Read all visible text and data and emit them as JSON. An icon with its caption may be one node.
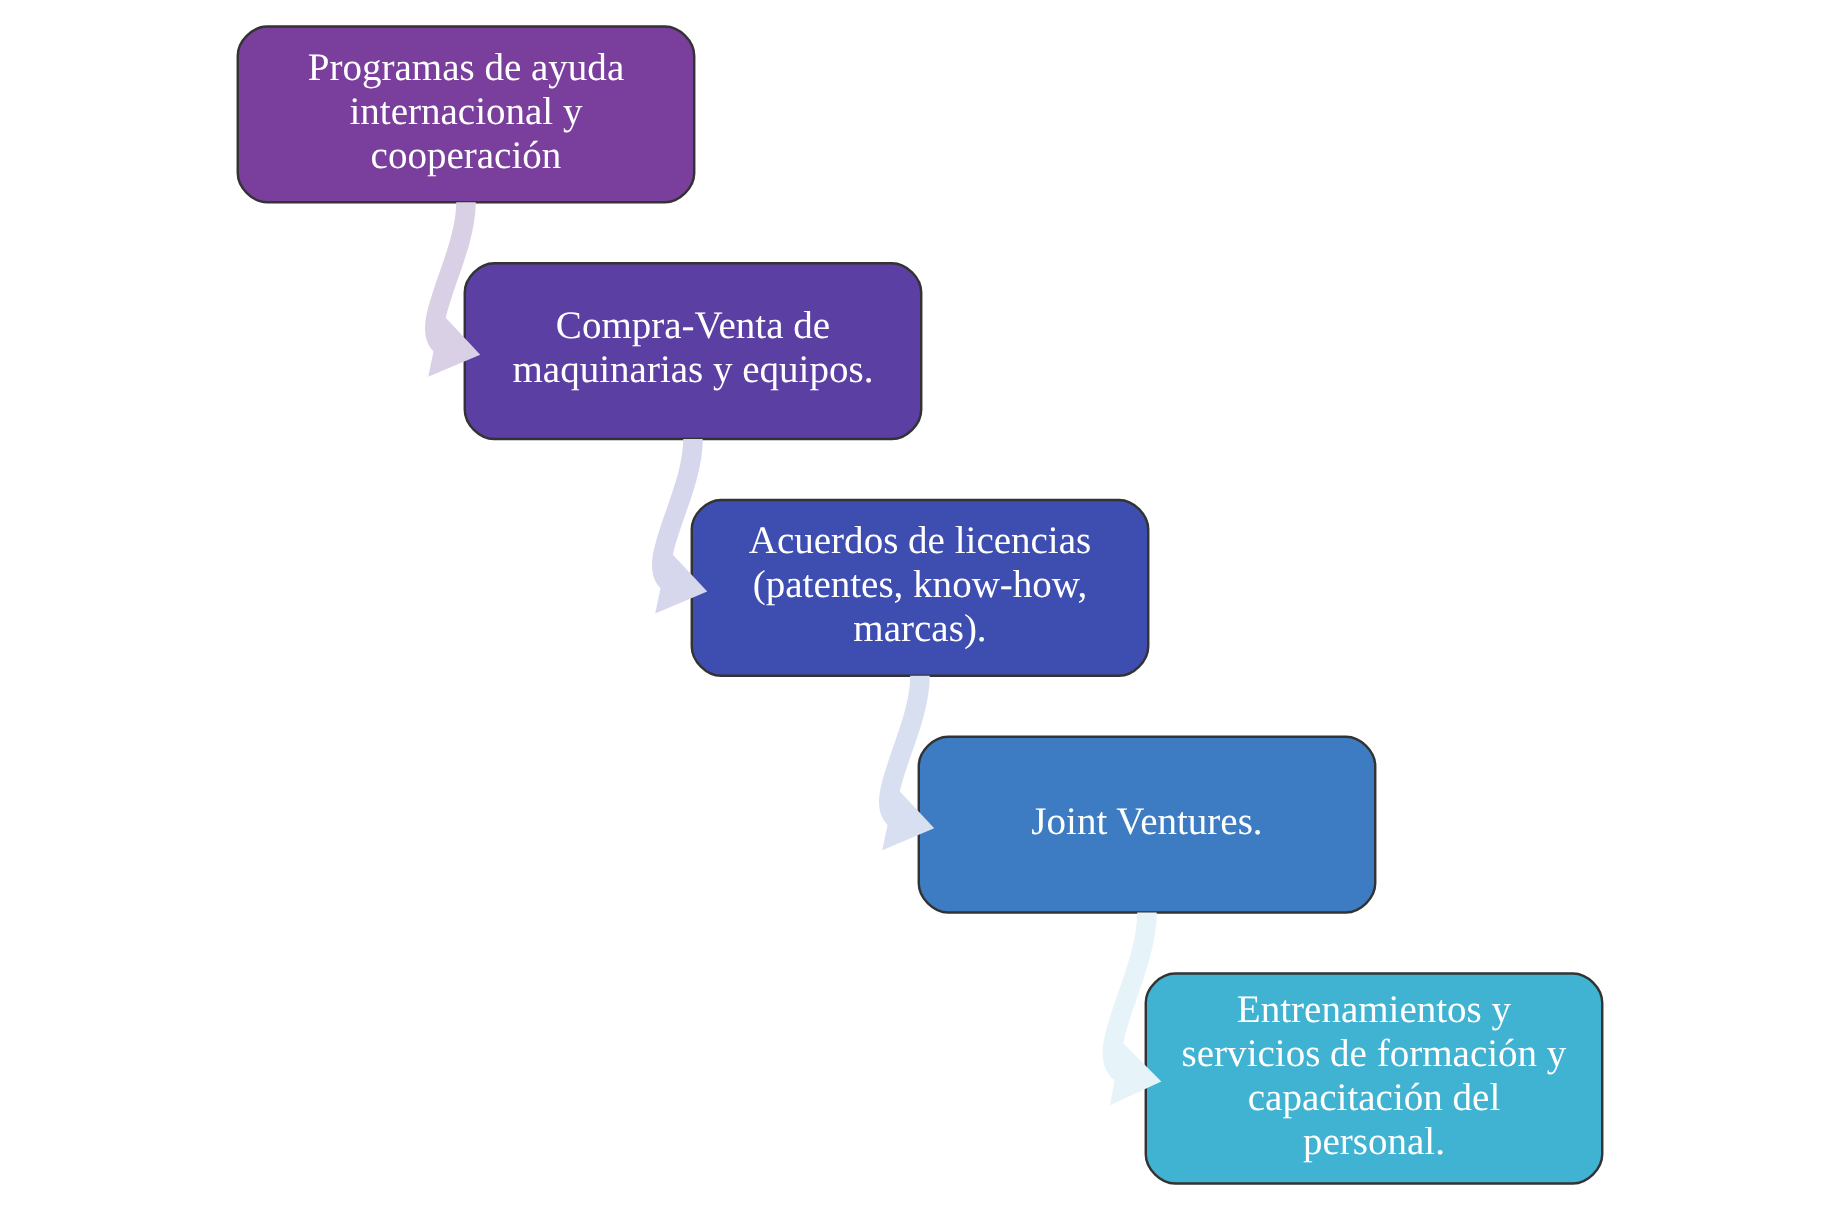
{
  "diagram": {
    "nodes": [
      {
        "text": [
          "Programas de ayuda internacional y cooperación"
        ]
      },
      {
        "text": [
          "Compra-Venta de maquinarias y equipos."
        ]
      },
      {
        "text": [
          "Acuerdos de licencias (patentes, know-how, marcas)."
        ]
      },
      {
        "text": [
          "Joint Ventures."
        ]
      },
      {
        "text": [
          "Entrenamientos y servicios de formación y capacitación del personal."
        ]
      }
    ],
    "edges": [
      {
        "from": 0,
        "to": 1,
        "arrow": "to",
        "color": "#d9d0e6"
      },
      {
        "from": 1,
        "to": 2,
        "arrow": "to",
        "color": "#d6d6ec"
      },
      {
        "from": 2,
        "to": 3,
        "arrow": "to",
        "color": "#d8dff0"
      },
      {
        "from": 3,
        "to": 4,
        "arrow": "to",
        "color": "#e6f4fa"
      }
    ]
  }
}
